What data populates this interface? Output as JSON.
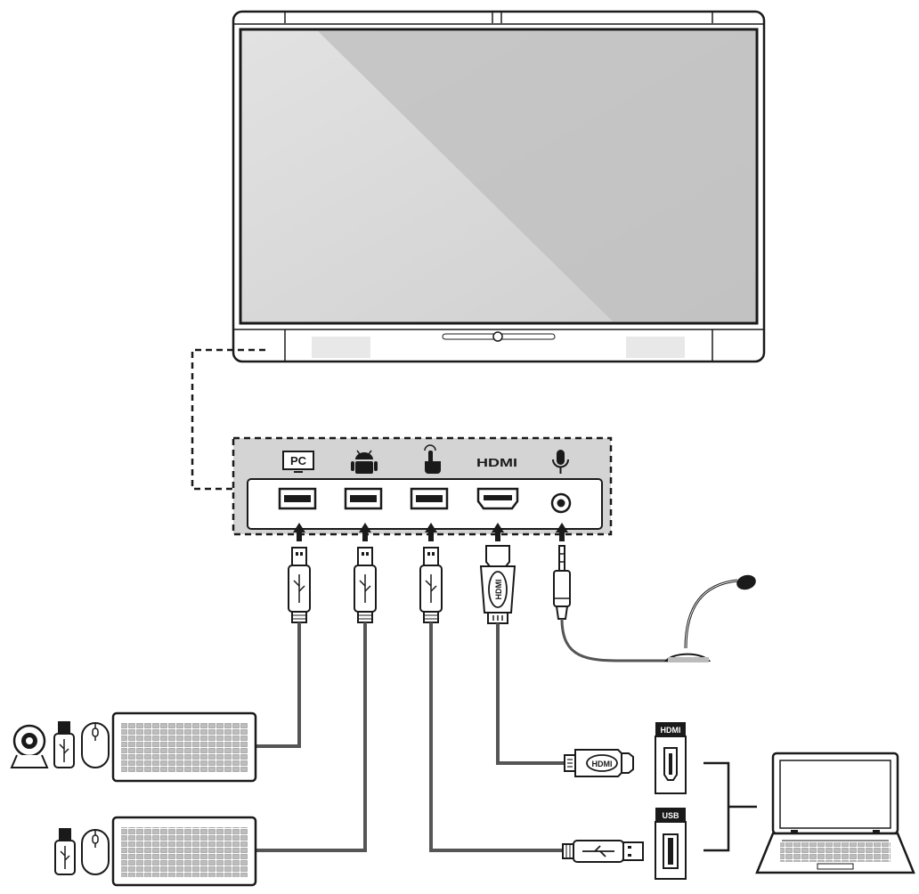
{
  "ports_panel": {
    "labels": {
      "pc": "PC",
      "hdmi": "HDMI"
    },
    "icons": [
      "pc-icon",
      "android-icon",
      "touch-icon",
      "hdmi-logo",
      "microphone-icon"
    ],
    "ports": [
      "usb-port-pc",
      "usb-port-android",
      "usb-port-touch",
      "hdmi-port",
      "audio-jack-port"
    ]
  },
  "connectors": {
    "hdmi_plug_label": "HDMI",
    "hdmi_cable_end_label": "HDMI"
  },
  "laptop_ports": {
    "hdmi_label": "HDMI",
    "usb_label": "USB"
  },
  "colors": {
    "outline": "#1a1a1a",
    "screen_light": "#dcdcdc",
    "screen_dark": "#b9b9b9",
    "panel_fill": "#d6d6d6",
    "cable": "#555555"
  }
}
